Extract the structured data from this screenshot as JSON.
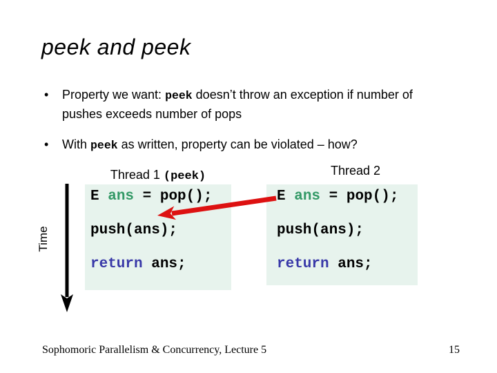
{
  "slide": {
    "title": "peek and peek",
    "bullet_char": "•",
    "bullets": [
      {
        "pre": "Property we want: ",
        "mono": "peek",
        "post": " doesn’t throw an exception if number of pushes exceeds number of pops"
      },
      {
        "pre": "With ",
        "mono": "peek",
        "post": " as written, property can be violated – how?"
      }
    ],
    "time_label": "Time",
    "threads": {
      "t1": {
        "header_pre": "Thread 1 ",
        "header_mono": "(peek)",
        "code": {
          "l1_pre": "E ",
          "l1_var": "ans",
          "l1_post": " = pop();",
          "l2": "push(ans);",
          "l3_kw": "return",
          "l3_post": " ans;"
        }
      },
      "t2": {
        "header": "Thread 2",
        "code": {
          "l1_pre": "E ",
          "l1_var": "ans",
          "l1_post": " = pop();",
          "l2": "push(ans);",
          "l3_kw": "return",
          "l3_post": " ans;"
        }
      }
    },
    "footer": {
      "left": "Sophomoric Parallelism & Concurrency, Lecture 5",
      "page": "15"
    },
    "colors": {
      "code_block_bg": "#e7f3ed",
      "code_var_green": "#339966",
      "code_keyword_blue": "#3838a8",
      "annotation_arrow_red": "#dd1111",
      "time_arrow_black": "#000000"
    }
  }
}
